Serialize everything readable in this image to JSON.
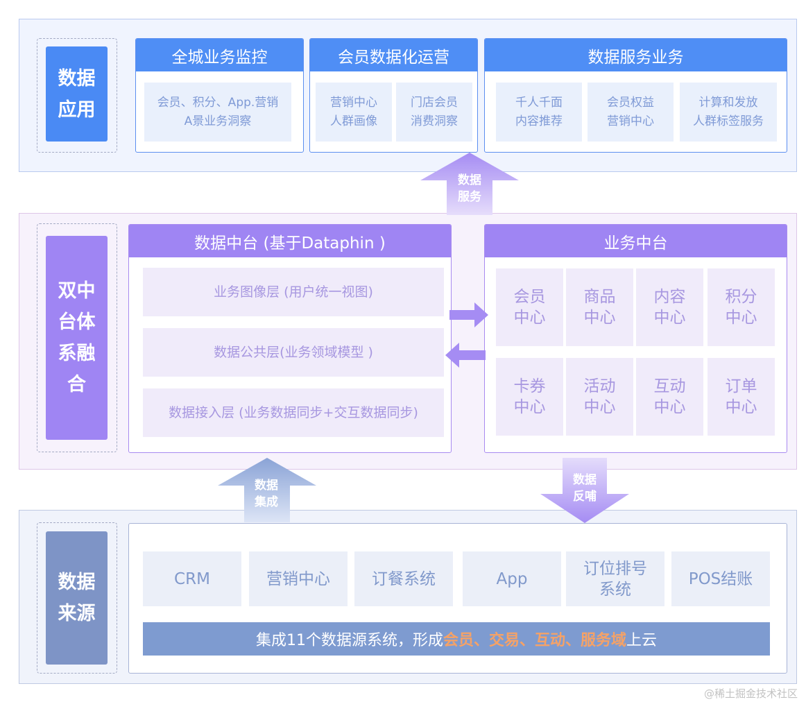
{
  "layers": {
    "application": {
      "label": "数据\n应用",
      "color": "#4a8af4",
      "panels": [
        {
          "title": "全城业务监控",
          "cells": [
            "会员、积分、App.营销\nA景业务洞察"
          ]
        },
        {
          "title": "会员数据化运营",
          "cells": [
            "营销中心\n人群画像",
            "门店会员\n消费洞察"
          ]
        },
        {
          "title": "数据服务业务",
          "cells": [
            "千人千面\n内容推荐",
            "会员权益\n营销中心",
            "计算和发放\n人群标签服务"
          ]
        }
      ]
    },
    "middle": {
      "label": "双中\n台体\n系融\n合",
      "color": "#9f85f3",
      "data_platform": {
        "title": "数据中台 (基于Dataphin )",
        "rows": [
          "业务图像层 (用户统一视图)",
          "数据公共层(业务领域模型 )",
          "数据接入层 (业务数据同步+交互数据同步)"
        ]
      },
      "business_platform": {
        "title": "业务中台",
        "cells": [
          "会员\n中心",
          "商品\n中心",
          "内容\n中心",
          "积分\n中心",
          "卡券\n中心",
          "活动\n中心",
          "互动\n中心",
          "订单\n中心"
        ]
      }
    },
    "source": {
      "label": "数据\n来源",
      "color": "#7e94c6",
      "systems": [
        "CRM",
        "营销中心",
        "订餐系统",
        "App",
        "订位排号\n系统",
        "POS结账"
      ],
      "banner": {
        "prefix": "集成11个数据源系统，形成",
        "highlight": "会员、交易、互动、服务域",
        "suffix": "上云"
      }
    }
  },
  "arrows": {
    "data_service": "数据\n服务",
    "data_integration": "数据\n集成",
    "data_feedback": "数据\n反哺"
  },
  "watermark": "@稀土掘金技术社区"
}
